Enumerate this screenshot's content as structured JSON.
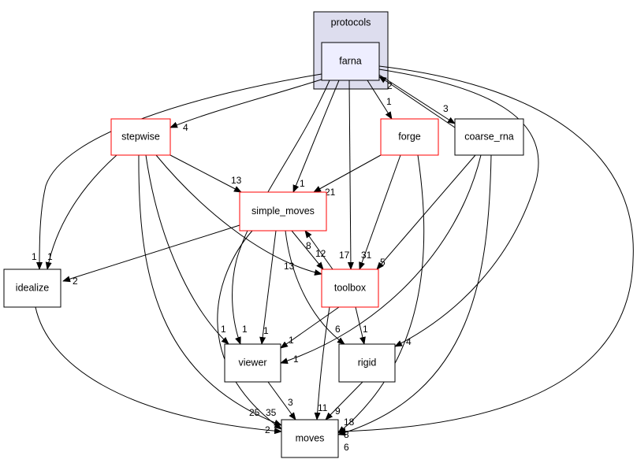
{
  "cluster": {
    "label": "protocols",
    "fill": "#ddddee"
  },
  "nodes": {
    "farna": {
      "label": "farna",
      "border": "#000000",
      "fill": "#eeeeff"
    },
    "stepwise": {
      "label": "stepwise",
      "border": "#ff0000",
      "fill": "#ffffff"
    },
    "forge": {
      "label": "forge",
      "border": "#ff0000",
      "fill": "#ffffff"
    },
    "coarse_rna": {
      "label": "coarse_rna",
      "border": "#000000",
      "fill": "#ffffff"
    },
    "simple_moves": {
      "label": "simple_moves",
      "border": "#ff0000",
      "fill": "#ffffff"
    },
    "idealize": {
      "label": "idealize",
      "border": "#000000",
      "fill": "#ffffff"
    },
    "toolbox": {
      "label": "toolbox",
      "border": "#ff0000",
      "fill": "#ffffff"
    },
    "viewer": {
      "label": "viewer",
      "border": "#000000",
      "fill": "#ffffff"
    },
    "rigid": {
      "label": "rigid",
      "border": "#000000",
      "fill": "#ffffff"
    },
    "moves": {
      "label": "moves",
      "border": "#000000",
      "fill": "#ffffff"
    }
  },
  "edges": [
    {
      "from": "farna",
      "to": "stepwise",
      "label": "4"
    },
    {
      "from": "farna",
      "to": "idealize",
      "label": "1"
    },
    {
      "from": "farna",
      "to": "viewer",
      "label": "1"
    },
    {
      "from": "farna",
      "to": "simple_moves",
      "label": "1"
    },
    {
      "from": "farna",
      "to": "toolbox",
      "label": "17"
    },
    {
      "from": "farna",
      "to": "forge",
      "label": "1"
    },
    {
      "from": "farna",
      "to": "coarse_rna",
      "label": "3"
    },
    {
      "from": "coarse_rna",
      "to": "farna",
      "label": "2"
    },
    {
      "from": "farna",
      "to": "rigid",
      "label": "4"
    },
    {
      "from": "farna",
      "to": "moves",
      "label": "18"
    },
    {
      "from": "stepwise",
      "to": "idealize",
      "label": "1"
    },
    {
      "from": "stepwise",
      "to": "simple_moves",
      "label": "13"
    },
    {
      "from": "stepwise",
      "to": "toolbox",
      "label": "13"
    },
    {
      "from": "stepwise",
      "to": "viewer",
      "label": "1"
    },
    {
      "from": "stepwise",
      "to": "moves",
      "label": "25"
    },
    {
      "from": "forge",
      "to": "simple_moves",
      "label": "21"
    },
    {
      "from": "forge",
      "to": "toolbox",
      "label": "31"
    },
    {
      "from": "forge",
      "to": "moves",
      "label": "8"
    },
    {
      "from": "coarse_rna",
      "to": "toolbox",
      "label": "5"
    },
    {
      "from": "coarse_rna",
      "to": "viewer",
      "label": "1"
    },
    {
      "from": "coarse_rna",
      "to": "moves",
      "label": "6"
    },
    {
      "from": "simple_moves",
      "to": "idealize",
      "label": "2"
    },
    {
      "from": "simple_moves",
      "to": "toolbox",
      "label": "12"
    },
    {
      "from": "toolbox",
      "to": "simple_moves",
      "label": "8"
    },
    {
      "from": "simple_moves",
      "to": "viewer",
      "label": "1"
    },
    {
      "from": "simple_moves",
      "to": "rigid",
      "label": "6"
    },
    {
      "from": "simple_moves",
      "to": "moves",
      "label": "35"
    },
    {
      "from": "toolbox",
      "to": "viewer",
      "label": "1"
    },
    {
      "from": "toolbox",
      "to": "rigid",
      "label": "1"
    },
    {
      "from": "toolbox",
      "to": "moves",
      "label": "11"
    },
    {
      "from": "viewer",
      "to": "moves",
      "label": "3"
    },
    {
      "from": "rigid",
      "to": "moves",
      "label": "9"
    },
    {
      "from": "idealize",
      "to": "moves",
      "label": "2"
    }
  ]
}
